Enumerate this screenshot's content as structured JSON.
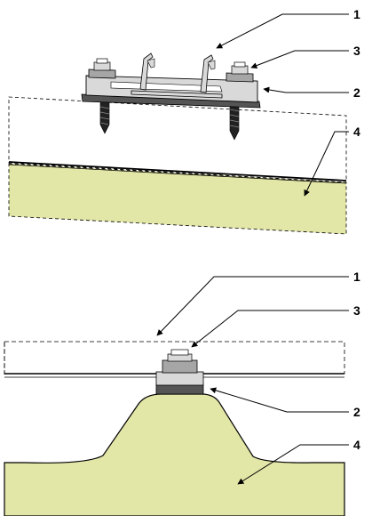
{
  "colors": {
    "insulation": "#e2e6a6",
    "steel_light": "#d9d9d9",
    "steel_mid": "#a6a6a6",
    "steel_dark": "#555555",
    "outline": "#000000",
    "background": "#ffffff"
  },
  "top_view": {
    "callouts": [
      {
        "id": "rail",
        "label": "1"
      },
      {
        "id": "bracket-plate",
        "label": "2"
      },
      {
        "id": "bolt",
        "label": "3"
      },
      {
        "id": "insulation",
        "label": "4"
      }
    ]
  },
  "section_view": {
    "callouts": [
      {
        "id": "rail",
        "label": "1"
      },
      {
        "id": "bolt",
        "label": "3"
      },
      {
        "id": "bracket-plate",
        "label": "2"
      },
      {
        "id": "insulation",
        "label": "4"
      }
    ]
  }
}
